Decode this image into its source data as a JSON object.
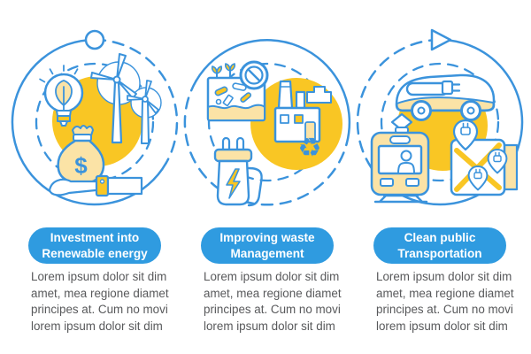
{
  "palette": {
    "accent_blue": "#2F9BE0",
    "stroke_blue": "#3B93DC",
    "bright_yellow": "#F9C624",
    "pale_yellow": "#FBE3A6",
    "body_text_gray": "#58595B",
    "background": "#FFFFFF"
  },
  "glyphs": {
    "recycle": "♻",
    "dollar": "$"
  },
  "steps": [
    {
      "id": "renewable-energy",
      "marker": "circle-node",
      "icons": [
        "eco-light-bulb-icon",
        "wind-turbines-icon",
        "money-bag-icon",
        "hand-icon"
      ],
      "title_lines": [
        "Investment into",
        "Renewable energy"
      ],
      "body_lines": [
        "Lorem ipsum dolor sit dim",
        "amet, mea regione diamet",
        "principes at. Cum no movi",
        "lorem ipsum dolor sit dim"
      ]
    },
    {
      "id": "waste-management",
      "marker": "none",
      "icons": [
        "landfill-icon",
        "no-waste-sign-icon",
        "sprout-icon",
        "factory-icon",
        "recycle-icon",
        "ev-charger-icon"
      ],
      "title_lines": [
        "Improving waste",
        "Management"
      ],
      "body_lines": [
        "Lorem ipsum dolor sit dim",
        "amet, mea regione diamet",
        "principes at. Cum no movi",
        "lorem ipsum dolor sit dim"
      ]
    },
    {
      "id": "clean-transportation",
      "marker": "play-triangle",
      "icons": [
        "electric-vehicle-icon",
        "pantograph-icon",
        "tram-icon",
        "charging-map-icon",
        "charging-pin-icon"
      ],
      "title_lines": [
        "Clean public",
        "Transportation"
      ],
      "body_lines": [
        "Lorem ipsum dolor sit dim",
        "amet, mea regione diamet",
        "principes at. Cum no movi",
        "lorem ipsum dolor sit dim"
      ]
    }
  ]
}
